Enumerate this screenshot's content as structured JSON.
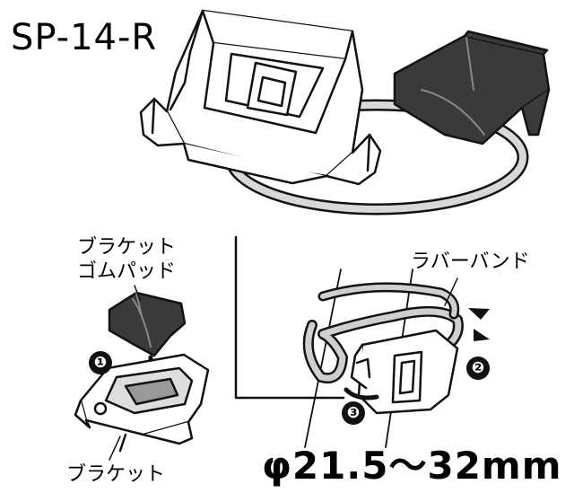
{
  "title": "SP-14-R",
  "labels": {
    "bracket_rubber_pad": "ブラケット\nゴムパッド",
    "rubber_band": "ラバーバンド",
    "bracket": "ブラケット"
  },
  "diameter_range": "φ21.5～32mm",
  "steps": [
    "❶",
    "❷",
    "❸"
  ],
  "colors": {
    "line": "#111111",
    "pad_fill": "#3a3a3a",
    "band_fill": "#cfcfcf"
  }
}
